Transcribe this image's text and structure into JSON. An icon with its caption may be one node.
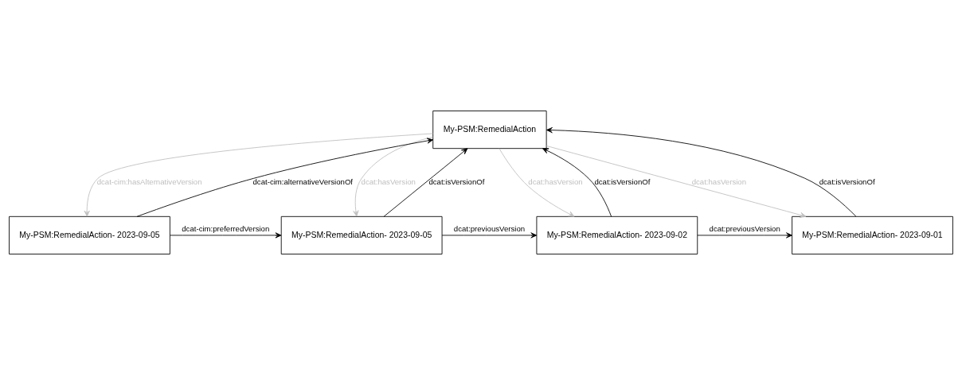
{
  "diagram": {
    "nodes": [
      {
        "text": [
          "My-PSM:RemedialAction"
        ]
      },
      {
        "text": [
          "My-PSM:RemedialAction- 2023-09-01"
        ]
      },
      {
        "text": [
          "My-PSM:RemedialAction- 2023-09-02"
        ]
      },
      {
        "text": [
          "My-PSM:RemedialAction- 2023-09-05"
        ]
      },
      {
        "text": [
          "My-PSM:RemedialAction- 2023-09-05"
        ]
      }
    ],
    "edges": [
      {
        "from": 1,
        "to": 0,
        "arrow": "to",
        "label": "dcat:isVersionOf"
      },
      {
        "from": 0,
        "to": 1,
        "arrow": "to",
        "label": "dcat:hasVersion",
        "color": "#bfbfbf"
      },
      {
        "from": 2,
        "to": 0,
        "arrow": "to",
        "label": "dcat:isVersionOf"
      },
      {
        "from": 0,
        "to": 2,
        "arrow": "to",
        "label": "dcat:hasVersion",
        "color": "#bfbfbf"
      },
      {
        "from": 3,
        "to": 0,
        "arrow": "to",
        "label": "dcat:isVersionOf"
      },
      {
        "from": 0,
        "to": 3,
        "arrow": "to",
        "label": "dcat:hasVersion",
        "color": "#bfbfbf"
      },
      {
        "from": 0,
        "to": 4,
        "arrow": "to",
        "label": "dcat-cim:hasAlternativeVersion",
        "color": "#bfbfbf"
      },
      {
        "from": 4,
        "to": 0,
        "arrow": "to",
        "label": "dcat-cim:alternativeVersionOf"
      },
      {
        "from": 2,
        "to": 1,
        "arrow": "to",
        "label": "dcat:previousVersion"
      },
      {
        "from": 3,
        "to": 2,
        "arrow": "to",
        "label": "dcat:previousVersion"
      },
      {
        "from": 4,
        "to": 3,
        "arrow": "to",
        "label": "dcat-cim:preferredVersion"
      }
    ]
  }
}
